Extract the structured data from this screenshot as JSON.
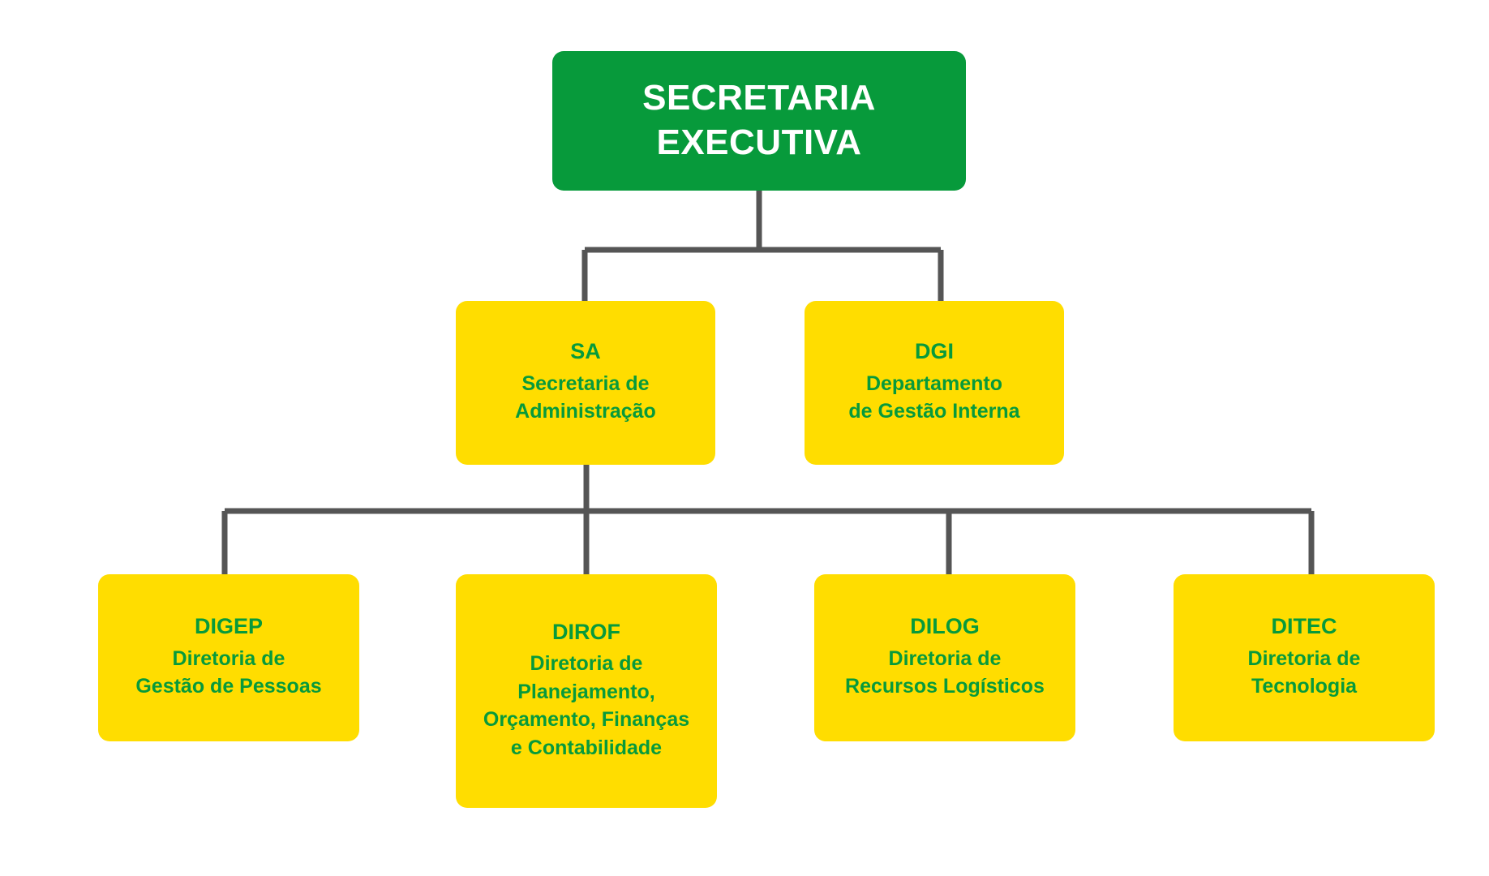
{
  "diagram": {
    "type": "organizational-chart",
    "colors": {
      "root_fill": "#079A3B",
      "unit_fill": "#FFDD00",
      "root_text": "#FFFFFF",
      "unit_text": "#079A3B",
      "connector": "#555555",
      "background": "#FFFFFF"
    },
    "root": {
      "title_line1": "SECRETARIA",
      "title_line2": "EXECUTIVA"
    },
    "level2": [
      {
        "acronym": "SA",
        "lines": [
          "Secretaria de",
          "Administração"
        ]
      },
      {
        "acronym": "DGI",
        "lines": [
          "Departamento",
          "de Gestão Interna"
        ]
      }
    ],
    "level3": [
      {
        "acronym": "DIGEP",
        "lines": [
          "Diretoria de",
          "Gestão de Pessoas"
        ]
      },
      {
        "acronym": "DIROF",
        "lines": [
          "Diretoria de",
          "Planejamento,",
          "Orçamento, Finanças",
          "e Contabilidade"
        ]
      },
      {
        "acronym": "DILOG",
        "lines": [
          "Diretoria de",
          "Recursos Logísticos"
        ]
      },
      {
        "acronym": "DITEC",
        "lines": [
          "Diretoria de",
          "Tecnologia"
        ]
      }
    ]
  }
}
